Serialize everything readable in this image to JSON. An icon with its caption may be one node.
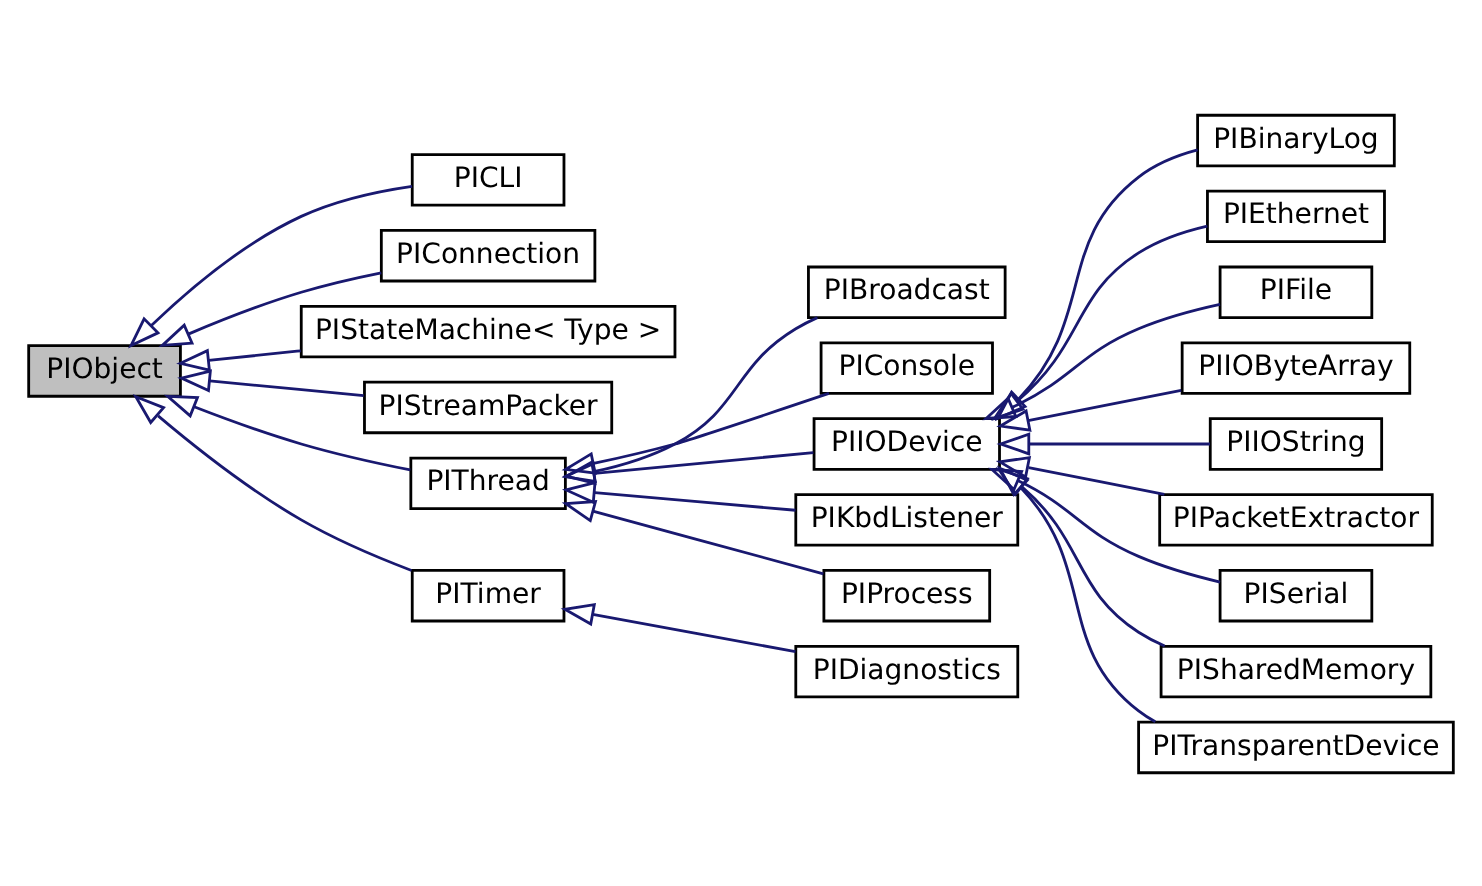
{
  "diagram": {
    "nodes": [
      {
        "text": [
          "PIObject"
        ]
      },
      {
        "text": [
          "PICLI"
        ]
      },
      {
        "text": [
          "PIConnection"
        ]
      },
      {
        "text": [
          "PIStateMachine< Type >"
        ]
      },
      {
        "text": [
          "PIStreamPacker"
        ]
      },
      {
        "text": [
          "PIThread"
        ]
      },
      {
        "text": [
          "PITimer"
        ]
      },
      {
        "text": [
          "PIBroadcast"
        ]
      },
      {
        "text": [
          "PIConsole"
        ]
      },
      {
        "text": [
          "PIIODevice"
        ]
      },
      {
        "text": [
          "PIKbdListener"
        ]
      },
      {
        "text": [
          "PIProcess"
        ]
      },
      {
        "text": [
          "PIDiagnostics"
        ]
      },
      {
        "text": [
          "PIBinaryLog"
        ]
      },
      {
        "text": [
          "PIEthernet"
        ]
      },
      {
        "text": [
          "PIFile"
        ]
      },
      {
        "text": [
          "PIIOByteArray"
        ]
      },
      {
        "text": [
          "PIIOString"
        ]
      },
      {
        "text": [
          "PIPacketExtractor"
        ]
      },
      {
        "text": [
          "PISerial"
        ]
      },
      {
        "text": [
          "PISharedMemory"
        ]
      },
      {
        "text": [
          "PITransparentDevice"
        ]
      }
    ],
    "edges": [
      {
        "from": 1,
        "to": 0,
        "arrow": "to"
      },
      {
        "from": 2,
        "to": 0,
        "arrow": "to"
      },
      {
        "from": 3,
        "to": 0,
        "arrow": "to"
      },
      {
        "from": 4,
        "to": 0,
        "arrow": "to"
      },
      {
        "from": 5,
        "to": 0,
        "arrow": "to"
      },
      {
        "from": 6,
        "to": 0,
        "arrow": "to"
      },
      {
        "from": 7,
        "to": 5,
        "arrow": "to"
      },
      {
        "from": 8,
        "to": 5,
        "arrow": "to"
      },
      {
        "from": 9,
        "to": 5,
        "arrow": "to"
      },
      {
        "from": 10,
        "to": 5,
        "arrow": "to"
      },
      {
        "from": 11,
        "to": 5,
        "arrow": "to"
      },
      {
        "from": 12,
        "to": 6,
        "arrow": "to"
      },
      {
        "from": 13,
        "to": 9,
        "arrow": "to"
      },
      {
        "from": 14,
        "to": 9,
        "arrow": "to"
      },
      {
        "from": 15,
        "to": 9,
        "arrow": "to"
      },
      {
        "from": 16,
        "to": 9,
        "arrow": "to"
      },
      {
        "from": 17,
        "to": 9,
        "arrow": "to"
      },
      {
        "from": 18,
        "to": 9,
        "arrow": "to"
      },
      {
        "from": 19,
        "to": 9,
        "arrow": "to"
      },
      {
        "from": 20,
        "to": 9,
        "arrow": "to"
      },
      {
        "from": 21,
        "to": 9,
        "arrow": "to"
      }
    ]
  }
}
